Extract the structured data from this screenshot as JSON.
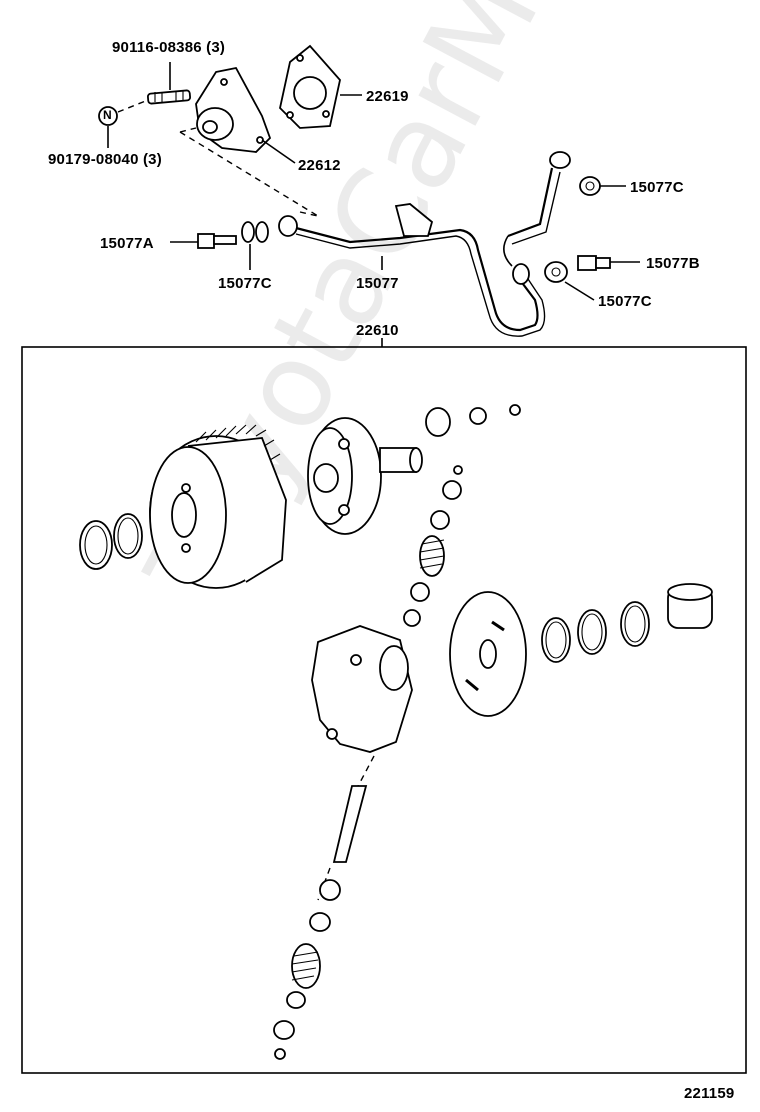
{
  "labels": {
    "stud": "90116-08386 (3)",
    "nut": "90179-08040 (3)",
    "nut_mark": "N",
    "gasket": "22619",
    "housing": "22612",
    "union_bolt_a": "15077A",
    "gasket_c_left": "15077C",
    "pipe": "15077",
    "gasket_c_top": "15077C",
    "union_bolt_b": "15077B",
    "gasket_c_right": "15077C",
    "assembly": "22610",
    "diagram_no": "221159"
  },
  "watermark": "ToyotaCarMine.ru"
}
